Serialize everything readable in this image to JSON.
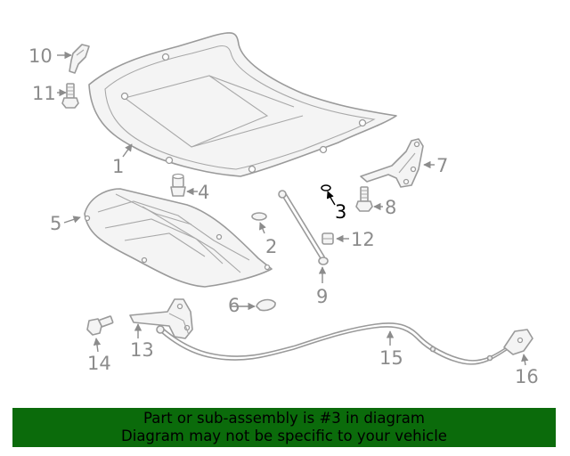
{
  "callouts": {
    "p1": "1",
    "p2": "2",
    "p3": "3",
    "p4": "4",
    "p5": "5",
    "p6": "6",
    "p7": "7",
    "p8": "8",
    "p9": "9",
    "p10": "10",
    "p11": "11",
    "p12": "12",
    "p13": "13",
    "p14": "14",
    "p15": "15",
    "p16": "16"
  },
  "highlighted_part": "3",
  "colors": {
    "banner_bg": "#0b6b0b",
    "callout_gray": "#8c8c8c",
    "highlight": "#000000"
  },
  "banner": {
    "line1": "Part or sub-assembly is #3 in diagram",
    "line2": "Diagram may not be specific to your vehicle"
  }
}
